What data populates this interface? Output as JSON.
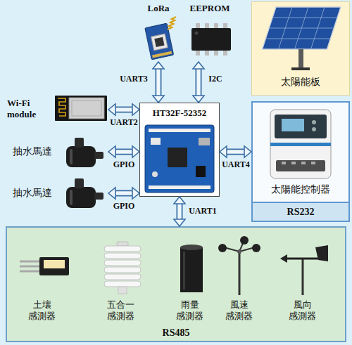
{
  "diagram": {
    "nodes": [
      {
        "text": [
          "LoRa"
        ]
      },
      {
        "text": [
          "EEPROM"
        ]
      },
      {
        "text": [
          "Wi-Fi module"
        ]
      },
      {
        "text": [
          "HT32F-52352"
        ]
      },
      {
        "text": [
          "抽水馬達"
        ]
      },
      {
        "text": [
          "抽水馬達"
        ]
      },
      {
        "text": [
          "太陽能板"
        ]
      },
      {
        "text": [
          "太陽能控制器",
          "RS232"
        ]
      },
      {
        "text": [
          "RS485"
        ]
      },
      {
        "text": [
          "土壤 感測器"
        ],
        "in": 8
      },
      {
        "text": [
          "五合一 感測器"
        ],
        "in": 8
      },
      {
        "text": [
          "雨量 感測器"
        ],
        "in": 8
      },
      {
        "text": [
          "風速 感測器"
        ],
        "in": 8
      },
      {
        "text": [
          "風向 感測器"
        ],
        "in": 8
      }
    ],
    "edges": [
      {
        "from": 0,
        "to": 3,
        "label": "UART3",
        "arrow": "both"
      },
      {
        "from": 1,
        "to": 3,
        "label": "I2C",
        "arrow": "both"
      },
      {
        "from": 2,
        "to": 3,
        "label": "UART2",
        "arrow": "both"
      },
      {
        "from": 4,
        "to": 3,
        "label": "GPIO",
        "arrow": "both"
      },
      {
        "from": 5,
        "to": 3,
        "label": "GPIO",
        "arrow": "both"
      },
      {
        "from": 3,
        "to": 7,
        "label": "UART4",
        "arrow": "both"
      },
      {
        "from": 3,
        "to": 8,
        "label": "UART1",
        "arrow": "both"
      }
    ]
  }
}
